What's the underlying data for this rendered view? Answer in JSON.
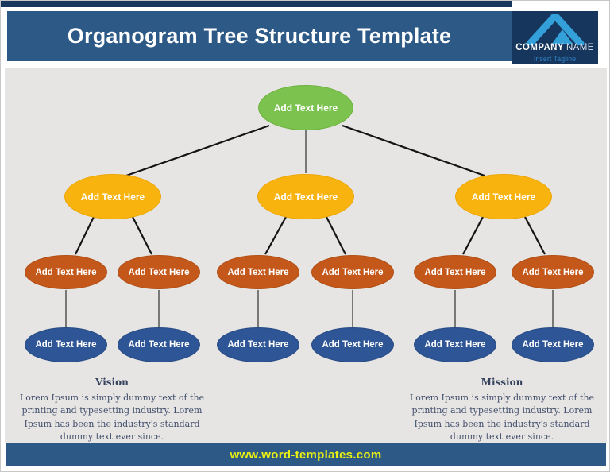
{
  "header": {
    "title": "Organogram Tree Structure Template",
    "logo": {
      "company_bold": "COMPANY",
      "company_rest": "NAME",
      "tagline": "Insert Tagline"
    }
  },
  "tree": {
    "root": {
      "label": "Add Text Here"
    },
    "level2": [
      {
        "label": "Add Text Here"
      },
      {
        "label": "Add Text Here"
      },
      {
        "label": "Add Text Here"
      }
    ],
    "level3": [
      {
        "label": "Add Text Here"
      },
      {
        "label": "Add Text Here"
      },
      {
        "label": "Add Text Here"
      },
      {
        "label": "Add Text Here"
      },
      {
        "label": "Add Text Here"
      },
      {
        "label": "Add Text Here"
      }
    ],
    "level4": [
      {
        "label": "Add Text Here"
      },
      {
        "label": "Add Text Here"
      },
      {
        "label": "Add Text Here"
      },
      {
        "label": "Add Text Here"
      },
      {
        "label": "Add Text Here"
      },
      {
        "label": "Add Text Here"
      }
    ]
  },
  "sections": {
    "vision": {
      "heading": "Vision",
      "body": "Lorem Ipsum is simply dummy text of the printing and typesetting industry. Lorem Ipsum has been the industry's standard dummy text ever since."
    },
    "mission": {
      "heading": "Mission",
      "body": "Lorem Ipsum is simply dummy text of the printing and typesetting industry. Lorem Ipsum has been the industry's standard dummy text ever since."
    }
  },
  "footer": {
    "url": "www.word-templates.com"
  },
  "colors": {
    "navy": "#17365d",
    "band_blue": "#2d5986",
    "body_gray": "#e7e5e4",
    "node_green": "#7cc24e",
    "node_yellow": "#f8b30f",
    "node_orange": "#c4581b",
    "node_blue": "#2e5596",
    "footer_yellow": "#e8ef12",
    "logo_blue": "#34a0da",
    "tagline_blue": "#2f80c3",
    "section_text": "#414f6b"
  }
}
